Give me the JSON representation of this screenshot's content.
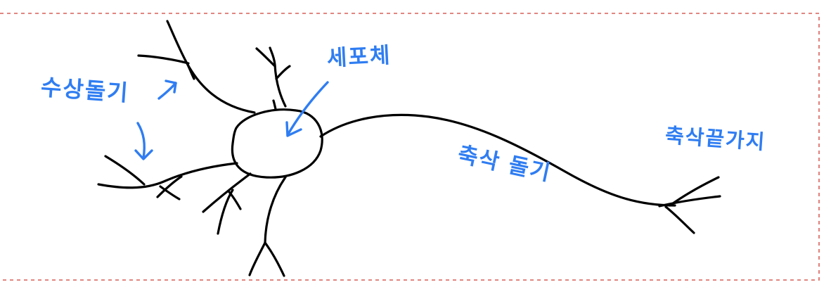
{
  "diagram": {
    "type": "neuron-sketch",
    "ink_color": "#000000",
    "label_color": "#2f7df2",
    "border_color": "#d95f57",
    "labels": {
      "dendrite": "수상돌기",
      "cell_body": "세포체",
      "axon": "축삭 돌기",
      "axon_terminal": "축삭끝가지"
    },
    "parts": {
      "soma": "soma",
      "axon": "axon",
      "dendrites": "dendrites",
      "terminals": "axon-terminals"
    }
  }
}
